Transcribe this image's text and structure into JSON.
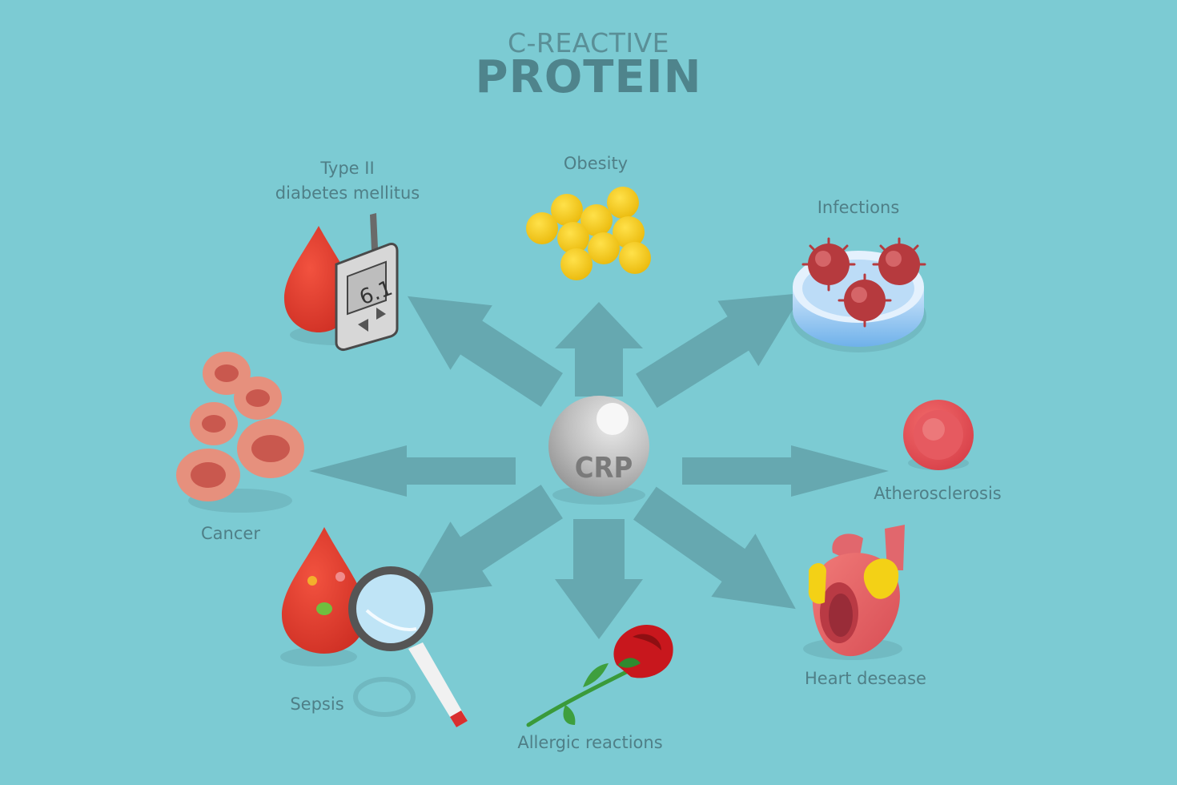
{
  "title": {
    "line1": "C-REACTIVE",
    "line2": "PROTEIN"
  },
  "center": {
    "label": "CRP"
  },
  "items": [
    {
      "key": "diabetes",
      "lines": [
        "Type II",
        "diabetes mellitus"
      ],
      "icon": "glucose-meter-icon"
    },
    {
      "key": "obesity",
      "lines": [
        "Obesity"
      ],
      "icon": "fat-cells-icon"
    },
    {
      "key": "infections",
      "lines": [
        "Infections"
      ],
      "icon": "petri-dish-virus-icon"
    },
    {
      "key": "atherosclerosis",
      "lines": [
        "Atherosclerosis"
      ],
      "icon": "blood-cell-icon"
    },
    {
      "key": "heart",
      "lines": [
        "Heart desease"
      ],
      "icon": "heart-icon"
    },
    {
      "key": "allergic",
      "lines": [
        "Allergic reactions"
      ],
      "icon": "rose-icon"
    },
    {
      "key": "sepsis",
      "lines": [
        "Sepsis"
      ],
      "icon": "magnifier-blood-drop-icon"
    },
    {
      "key": "cancer",
      "lines": [
        "Cancer"
      ],
      "icon": "cancer-cells-icon"
    }
  ],
  "glucose_reading": "6.1",
  "colors": {
    "background": "#7ccbd3",
    "arrow": "#5f9ca4",
    "label": "#4f7f87",
    "title": "#4f848c",
    "blood": "#d8372a",
    "fat": "#f5c518"
  }
}
